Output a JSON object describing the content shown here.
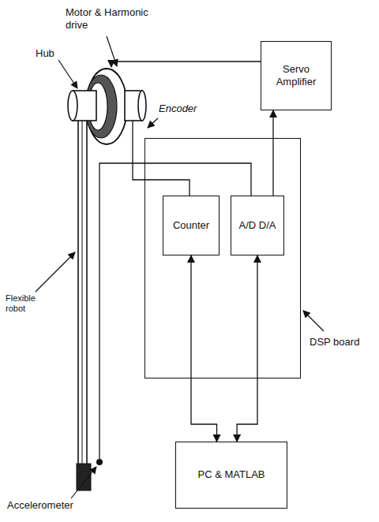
{
  "diagram": {
    "nodes": [
      {
        "text": [
          "Servo Amplifier"
        ]
      },
      {
        "text": [
          "DSP board"
        ]
      },
      {
        "text": [
          "Counter"
        ],
        "in": 1
      },
      {
        "text": [
          "A/D D/A"
        ],
        "in": 1
      },
      {
        "text": [
          "PC & MATLAB"
        ]
      }
    ],
    "edges": [
      {
        "from": 3,
        "to": 0,
        "arrow": "to"
      },
      {
        "from": 2,
        "to": 4,
        "arrow": "both"
      },
      {
        "from": 3,
        "to": 4,
        "arrow": "both"
      }
    ],
    "labels": [
      "Motor & Harmonic drive",
      "Hub",
      "Encoder",
      "Flexible robot",
      "Accelerometer"
    ]
  }
}
